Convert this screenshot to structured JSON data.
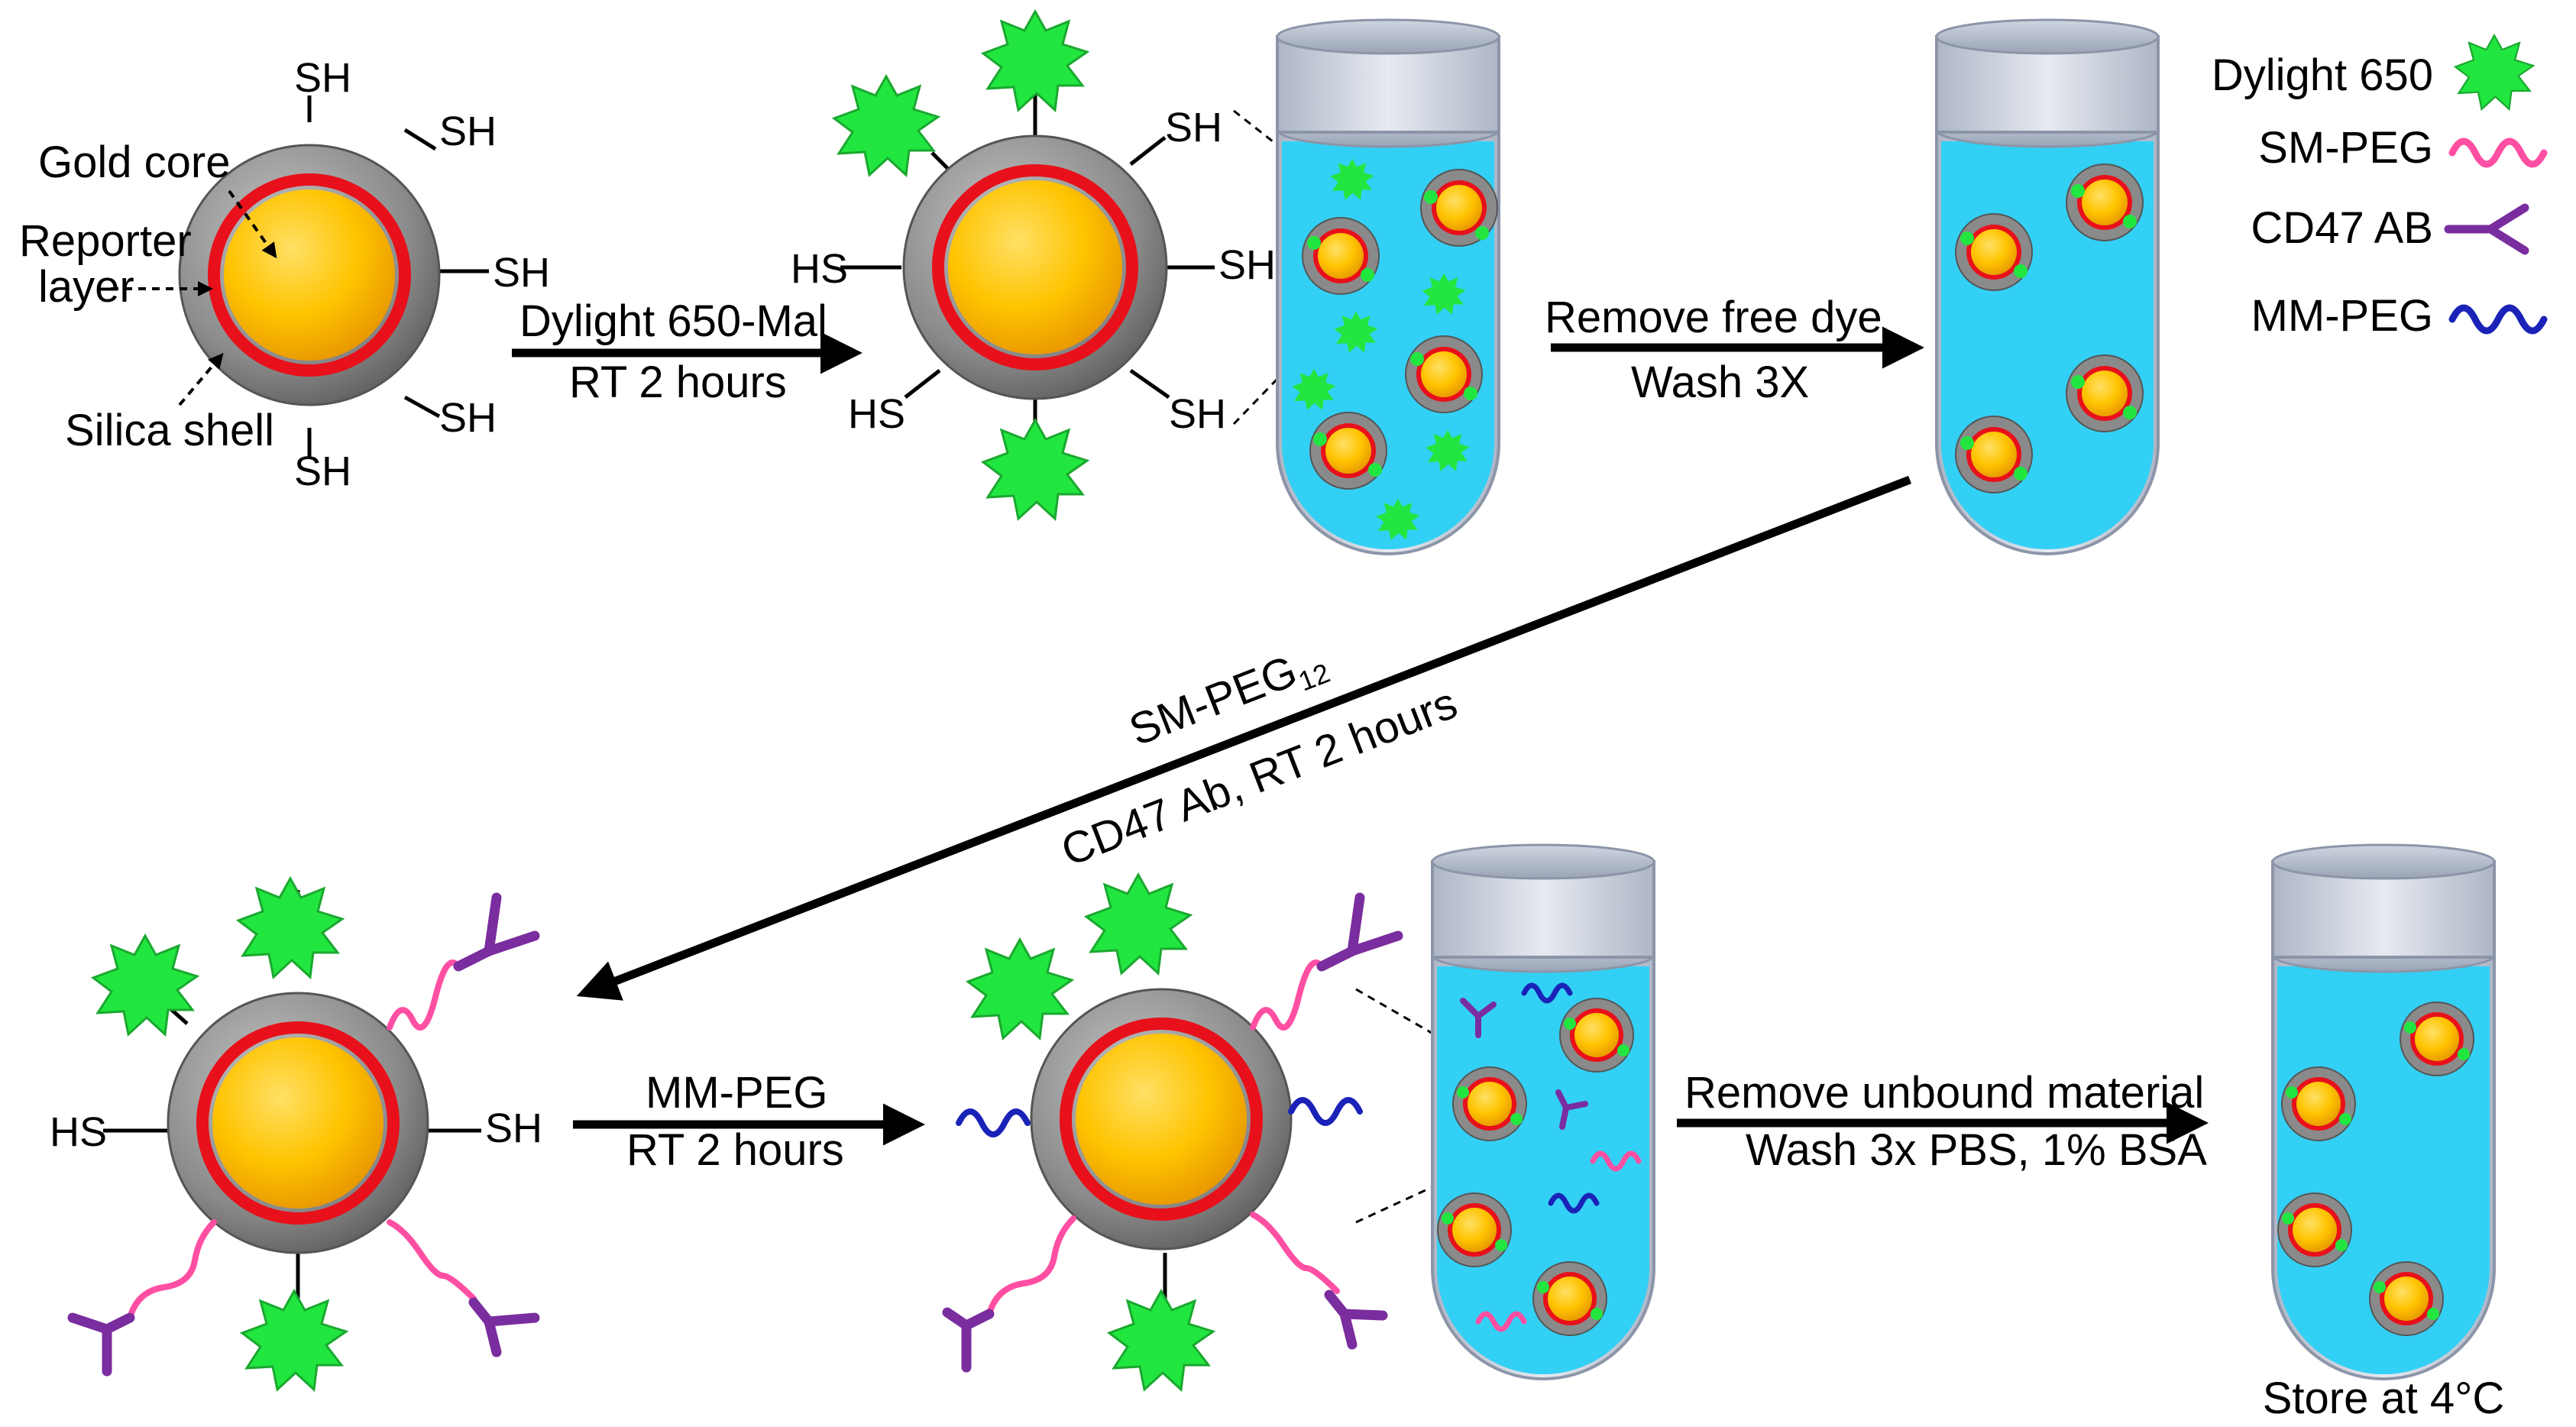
{
  "figure": {
    "step1": {
      "labels": {
        "gold_core": "Gold core",
        "reporter_line1": "Reporter",
        "reporter_line2": "layer",
        "silica_shell": "Silica shell"
      },
      "group": "SH",
      "arrow_top": "Dylight 650-Mal",
      "arrow_bottom": "RT 2 hours"
    },
    "step2": {
      "group_sh": "SH",
      "group_hs": "HS",
      "arrow_top": "Remove free dye",
      "arrow_bottom": "Wash 3X"
    },
    "step3": {
      "line1_main": "SM-PEG",
      "line1_sub": "12",
      "line2": "CD47 Ab, RT 2 hours"
    },
    "step4": {
      "group_hs": "HS",
      "group_sh": "SH",
      "arrow_top": "MM-PEG",
      "arrow_bottom": "RT 2 hours"
    },
    "step5": {
      "arrow_top": "Remove unbound material",
      "arrow_bottom": "Wash 3x PBS, 1% BSA",
      "store": "Store at 4°C"
    },
    "legend": [
      {
        "label": "Dylight 650",
        "icon": "green-star-icon",
        "color": "#22e640"
      },
      {
        "label": "SM-PEG",
        "icon": "pink-wave-icon",
        "color": "#ff4fa3"
      },
      {
        "label": "CD47 AB",
        "icon": "purple-antibody-icon",
        "color": "#7a2d9e"
      },
      {
        "label": "MM-PEG",
        "icon": "blue-wave-icon",
        "color": "#1a22b8"
      }
    ],
    "colors": {
      "gold": "#f7b000",
      "reporter": "#e8101a",
      "silica": "#7d7d7d",
      "liquid": "#33d0f5",
      "dye": "#22e640"
    }
  }
}
